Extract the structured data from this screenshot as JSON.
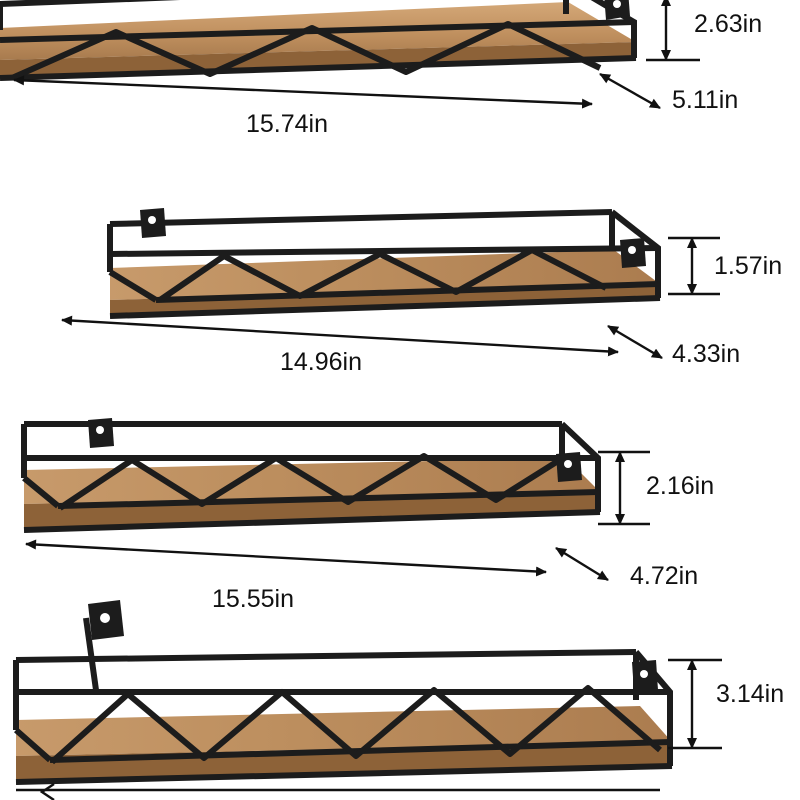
{
  "diagram": {
    "type": "product-dimension-diagram",
    "description": "Four black metal wire floating wall shelves with wood boards, each annotated with length, depth and height dimensions",
    "colors": {
      "background": "#ffffff",
      "frame": "#1c1c1c",
      "wood_light": "#c79a6b",
      "wood_mid": "#b2norm",
      "text": "#111111"
    },
    "shelves": [
      {
        "id": "shelf-1",
        "labels": {
          "height": "2.63in",
          "depth": "5.11in",
          "length": "15.74in"
        }
      },
      {
        "id": "shelf-2",
        "labels": {
          "height": "1.57in",
          "depth": "4.33in",
          "length": "14.96in"
        }
      },
      {
        "id": "shelf-3",
        "labels": {
          "height": "2.16in",
          "depth": "4.72in",
          "length": "15.55in"
        }
      },
      {
        "id": "shelf-4",
        "labels": {
          "height": "3.14in"
        }
      }
    ]
  }
}
